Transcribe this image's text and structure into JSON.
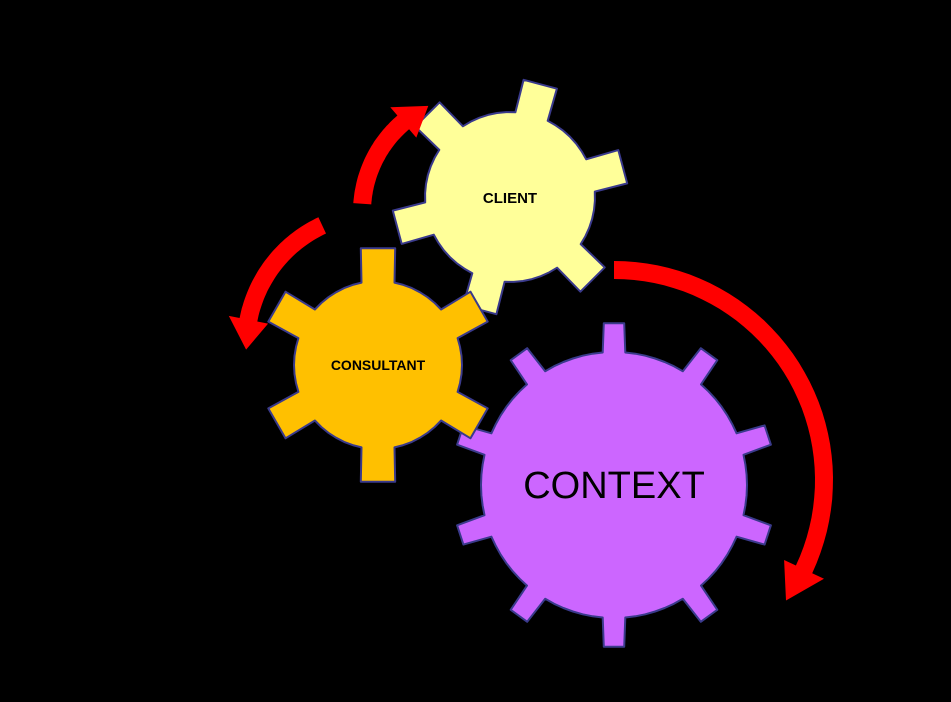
{
  "background_color": "#000000",
  "arrow_color": "#ff0000",
  "gear_outline_color": "#3a3a8c",
  "gears": [
    {
      "id": "client",
      "label": "CLIENT",
      "color": "#ffff99",
      "teeth": 6
    },
    {
      "id": "consultant",
      "label": "CONSULTANT",
      "color": "#ffc000",
      "teeth": 6
    },
    {
      "id": "context",
      "label": "CONTEXT",
      "color": "#cc66ff",
      "teeth": 10
    }
  ],
  "arrows": [
    {
      "id": "consultant-to-client-arrow",
      "direction": "clockwise"
    },
    {
      "id": "client-to-consultant-arrow",
      "direction": "counterclockwise"
    },
    {
      "id": "context-arrow",
      "direction": "clockwise"
    }
  ]
}
